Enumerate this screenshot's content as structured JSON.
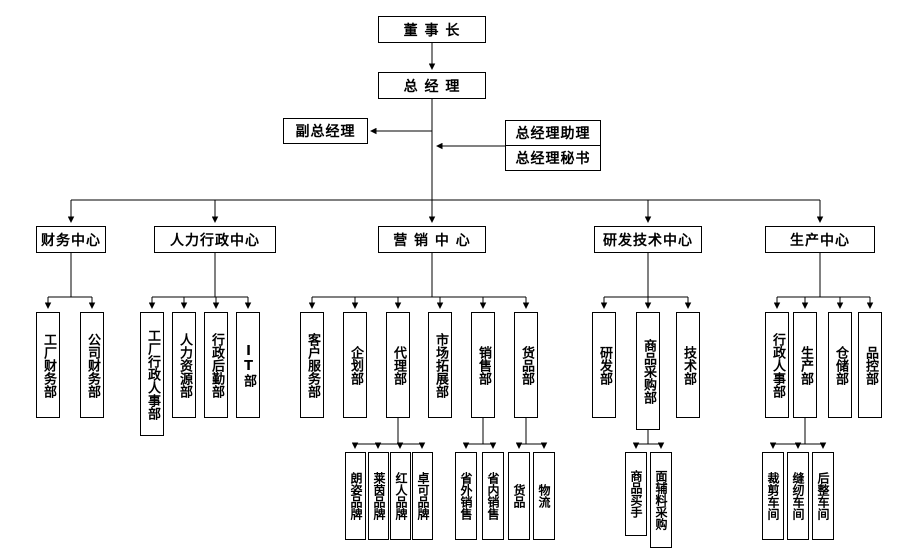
{
  "org": {
    "chairman": "董 事 长",
    "general_manager": "总 经 理",
    "deputy_general_manager": "副总经理",
    "gm_assistant": "总经理助理",
    "gm_secretary": "总经理秘书",
    "centers": [
      {
        "label": "财务中心",
        "departments": [
          {
            "label": "工厂财务部"
          },
          {
            "label": "公司财务部"
          }
        ]
      },
      {
        "label": "人力行政中心",
        "departments": [
          {
            "label": "工厂行政人事部"
          },
          {
            "label": "人力资源部"
          },
          {
            "label": "行政后勤部"
          },
          {
            "label": "IT部"
          }
        ]
      },
      {
        "label": "营 销 中 心",
        "departments": [
          {
            "label": "客户服务部"
          },
          {
            "label": "企划部"
          },
          {
            "label": "代理部",
            "subunits": [
              "朗姿品牌",
              "莱茵品牌",
              "红人品牌",
              "卓可品牌"
            ]
          },
          {
            "label": "市场拓展部"
          },
          {
            "label": "销售部",
            "subunits": [
              "省外销售",
              "省内销售"
            ]
          },
          {
            "label": "货品部",
            "subunits": [
              "货品",
              "物流"
            ]
          }
        ]
      },
      {
        "label": "研发技术中心",
        "departments": [
          {
            "label": "研发部"
          },
          {
            "label": "商品采购部",
            "subunits": [
              "商品买手",
              "面辅料采购"
            ]
          },
          {
            "label": "技术部"
          }
        ]
      },
      {
        "label": "生产中心",
        "departments": [
          {
            "label": "行政人事部"
          },
          {
            "label": "生产部",
            "subunits": [
              "裁剪车间",
              "缝纫车间",
              "后整车间"
            ]
          },
          {
            "label": "仓储部"
          },
          {
            "label": "品控部"
          }
        ]
      }
    ],
    "colors": {
      "line": "#000000",
      "box_border": "#000000",
      "background": "#ffffff",
      "text": "#000000"
    }
  }
}
